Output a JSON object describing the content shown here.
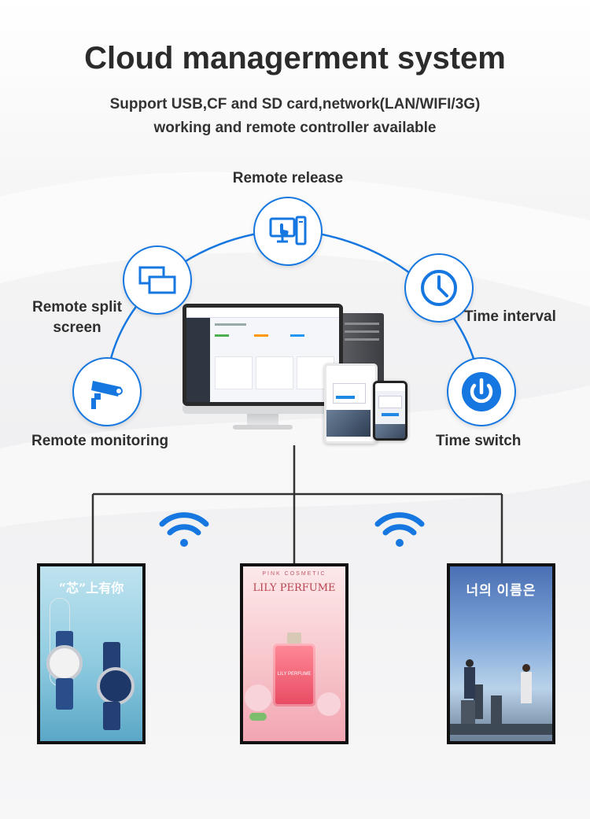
{
  "header": {
    "title": "Cloud managerment system",
    "subtitle_line1": "Support USB,CF and SD card,network(LAN/WIFI/3G)",
    "subtitle_line2": "working and remote controller available"
  },
  "features": {
    "remote_release": "Remote release",
    "remote_split_line1": "Remote split",
    "remote_split_line2": "screen",
    "time_interval": "Time interval",
    "remote_monitoring": "Remote monitoring",
    "time_switch": "Time switch"
  },
  "icons": [
    "computer-touch-icon",
    "split-screen-icon",
    "clock-icon",
    "cctv-camera-icon",
    "power-icon",
    "wifi-icon"
  ],
  "colors": {
    "accent": "#1677e0",
    "text": "#2b2b2b",
    "line": "#333333"
  },
  "displays": {
    "left": {
      "chinese_title": "“芯”上有你"
    },
    "center": {
      "top_text": "PINK COSMETIC",
      "title": "LILY PERFUME",
      "bottle_label": "LILY PERFUME"
    },
    "right": {
      "korean_title": "너의 이름은"
    }
  }
}
